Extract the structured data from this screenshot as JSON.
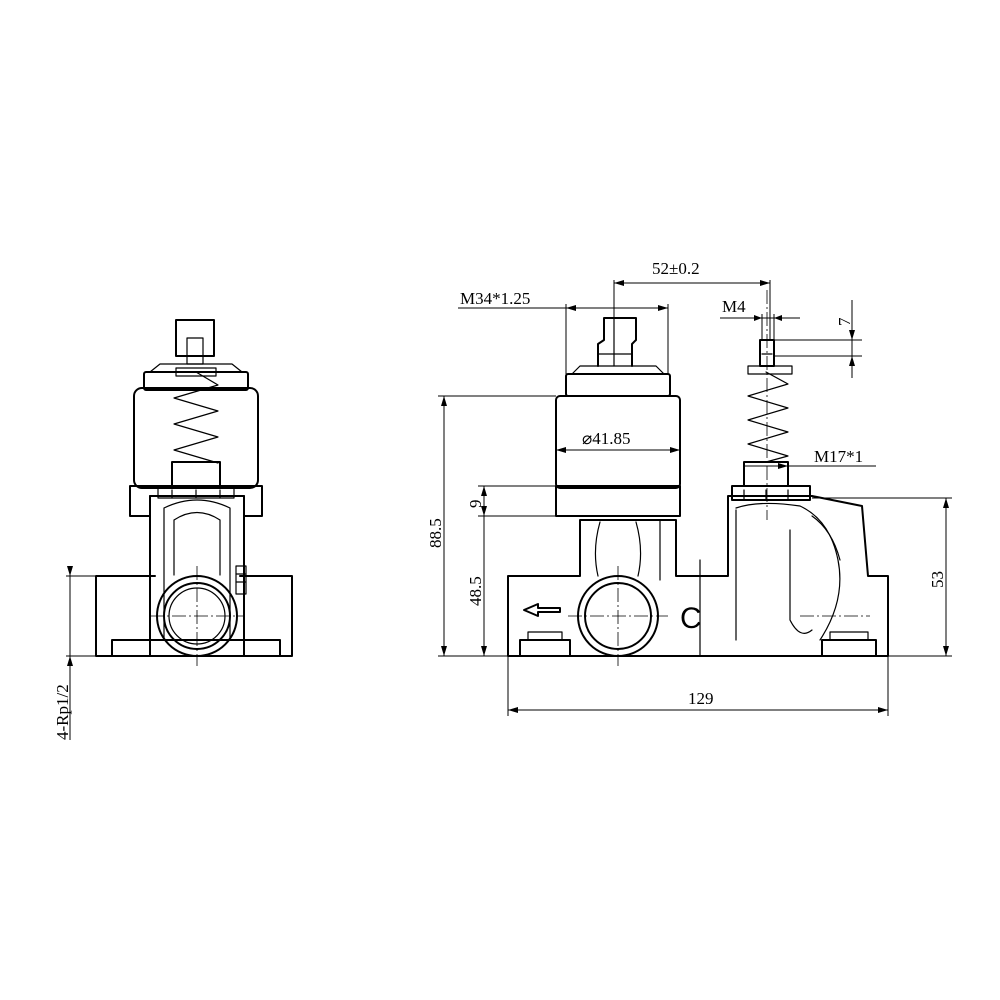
{
  "dimensions": {
    "rp_thread": "4-Rp1/2",
    "spindle_spacing": "52±0.2",
    "cartridge_thread": "M34*1.25",
    "pin_thread": "M4",
    "pin_length": "7",
    "cartridge_diameter": "⌀41.85",
    "nut_thread": "M17*1",
    "overall_height": "88.5",
    "flange_height": "9",
    "center_height": "48.5",
    "body_height": "53",
    "overall_width": "129"
  },
  "markings": {
    "cold_letter": "C"
  }
}
